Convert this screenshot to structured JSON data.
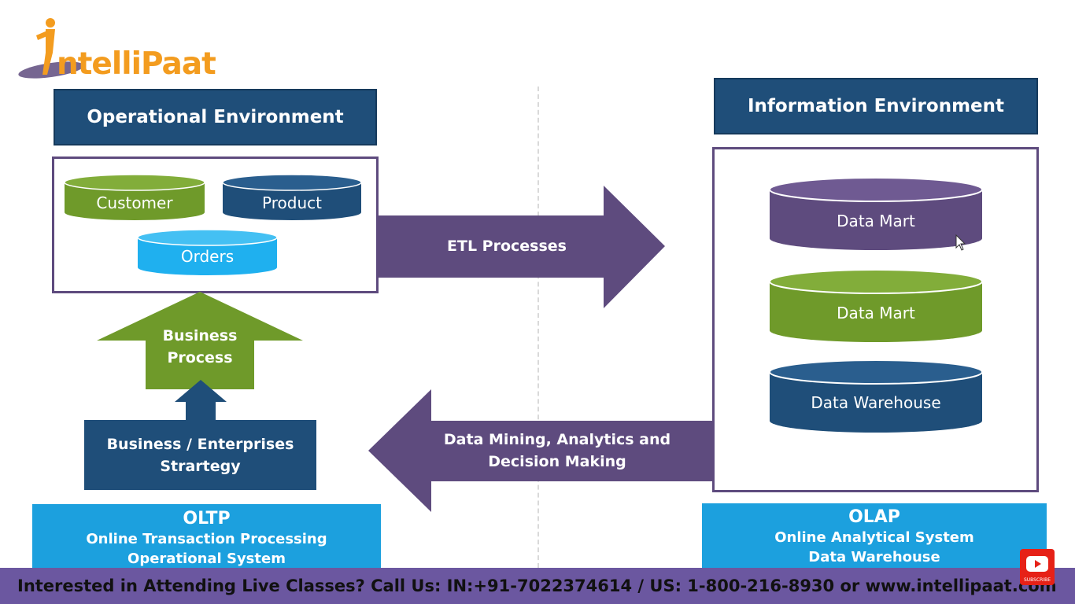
{
  "logo": {
    "text": "ntelliPaat",
    "brand_color": "#f39c1f"
  },
  "operational": {
    "title": "Operational Environment",
    "cylinders": [
      {
        "label": "Customer",
        "color": "#6f9a2a"
      },
      {
        "label": "Product",
        "color": "#1f4e79"
      },
      {
        "label": "Orders",
        "color": "#1fb0ef"
      }
    ]
  },
  "information": {
    "title": "Information Environment",
    "cylinders": [
      {
        "label": "Data Mart",
        "color": "#5e4b7e"
      },
      {
        "label": "Data Mart",
        "color": "#6f9a2a"
      },
      {
        "label": "Data Warehouse",
        "color": "#1f4e79"
      }
    ]
  },
  "arrows": {
    "etl": "ETL Processes",
    "mining_line1": "Data Mining, Analytics and",
    "mining_line2": "Decision Making",
    "color": "#5e4b7e"
  },
  "business_process": {
    "line1": "Business",
    "line2": "Process",
    "color": "#6f9a2a"
  },
  "business_strategy": {
    "line1": "Business / Enterprises",
    "line2": "Strartegy"
  },
  "oltp": {
    "title": "OLTP",
    "line1": "Online Transaction Processing",
    "line2": "Operational System"
  },
  "olap": {
    "title": "OLAP",
    "line1": "Online Analytical System",
    "line2": "Data Warehouse"
  },
  "footer": {
    "text": "Interested in Attending Live Classes? Call Us: IN:+91-7022374614 / US: 1-800-216-8930 or www.intellipaat.com"
  },
  "youtube": {
    "label": "SUBSCRIBE"
  }
}
